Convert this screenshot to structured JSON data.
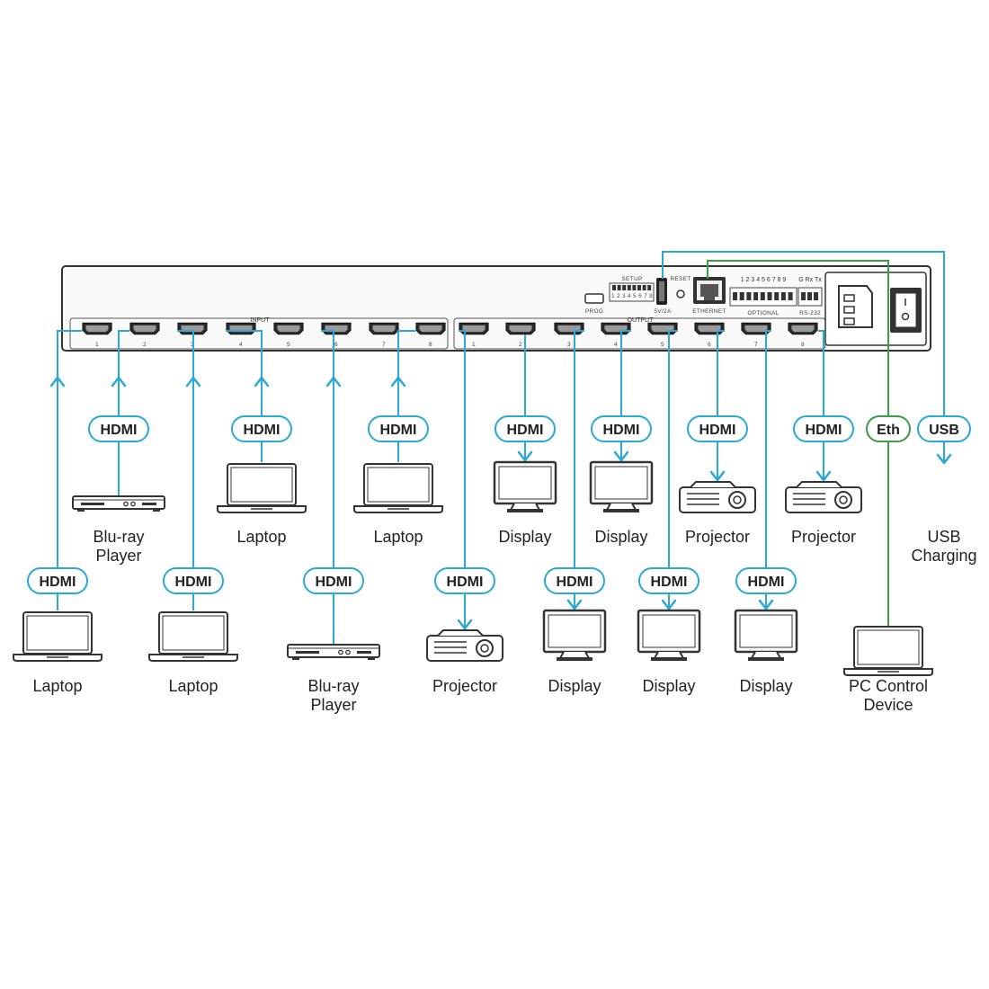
{
  "colors": {
    "cable": "#2aa9d6",
    "eth": "#3a9d47",
    "device": "#333333"
  },
  "panel": {
    "input_label": "INPUT",
    "output_label": "OUTPUT",
    "setup_label": "SETUP",
    "setup_numbers": "1 2 3 4 5 6 7 8",
    "prog_label": "PROG",
    "usb_label": "5V/2A",
    "reset_label": "RESET",
    "ethernet_label": "ETHERNET",
    "optional_label": "OPTIONAL",
    "optional_numbers": "1  2  3  4  5  6  7  8  9",
    "rs232_top": "G Rx Tx",
    "rs232_label": "RS-232",
    "input_ports": [
      "1",
      "2",
      "3",
      "4",
      "5",
      "6",
      "7",
      "8"
    ],
    "output_ports": [
      "1",
      "2",
      "3",
      "4",
      "5",
      "6",
      "7",
      "8"
    ]
  },
  "cable_labels": {
    "hdmi": "HDMI",
    "eth": "Eth",
    "usb": "USB"
  },
  "inputs": [
    {
      "port": "1",
      "device": "laptop",
      "label": [
        "Laptop"
      ],
      "row": "lower"
    },
    {
      "port": "2",
      "device": "bluray",
      "label": [
        "Blu-ray",
        "Player"
      ],
      "row": "upper"
    },
    {
      "port": "3",
      "device": "laptop",
      "label": [
        "Laptop"
      ],
      "row": "lower"
    },
    {
      "port": "4",
      "device": "laptop",
      "label": [
        "Laptop"
      ],
      "row": "upper"
    },
    {
      "port": "6",
      "device": "bluray",
      "label": [
        "Blu-ray",
        "Player"
      ],
      "row": "lower"
    },
    {
      "port": "8",
      "device": "laptop",
      "label": [
        "Laptop"
      ],
      "row": "upper"
    }
  ],
  "outputs": [
    {
      "port": "1",
      "device": "projector",
      "label": [
        "Projector"
      ],
      "row": "lower"
    },
    {
      "port": "2",
      "device": "display",
      "label": [
        "Display"
      ],
      "row": "upper"
    },
    {
      "port": "3",
      "device": "display",
      "label": [
        "Display"
      ],
      "row": "lower"
    },
    {
      "port": "4",
      "device": "display",
      "label": [
        "Display"
      ],
      "row": "upper"
    },
    {
      "port": "5",
      "device": "display",
      "label": [
        "Display"
      ],
      "row": "lower"
    },
    {
      "port": "6",
      "device": "projector",
      "label": [
        "Projector"
      ],
      "row": "upper"
    },
    {
      "port": "7",
      "device": "display",
      "label": [
        "Display"
      ],
      "row": "lower"
    },
    {
      "port": "8",
      "device": "projector",
      "label": [
        "Projector"
      ],
      "row": "upper"
    }
  ],
  "control": {
    "pc_label": [
      "PC Control",
      "Device"
    ],
    "usb_charging_label": [
      "USB",
      "Charging"
    ]
  }
}
